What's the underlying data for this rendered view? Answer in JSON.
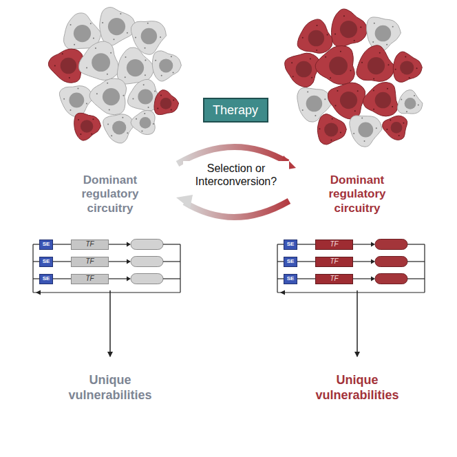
{
  "diagram": {
    "nodes": [
      {
        "text": [
          "Therapy"
        ]
      },
      {
        "text": [
          "SE"
        ]
      },
      {
        "text": [
          "TF"
        ]
      },
      {
        "text": [
          "SE"
        ]
      },
      {
        "text": [
          "TF"
        ]
      },
      {
        "text": [
          "SE"
        ]
      },
      {
        "text": [
          "TF"
        ]
      },
      {
        "text": [
          "SE"
        ]
      },
      {
        "text": [
          "TF"
        ]
      },
      {
        "text": [
          "SE"
        ]
      },
      {
        "text": [
          "TF"
        ]
      },
      {
        "text": [
          "SE"
        ]
      },
      {
        "text": [
          "TF"
        ]
      }
    ],
    "labels": [
      "Selection or Interconversion?",
      "Dominant regulatory circuitry",
      "Dominant regulatory circuitry",
      "Unique vulnerabilities",
      "Unique vulnerabilities"
    ]
  }
}
